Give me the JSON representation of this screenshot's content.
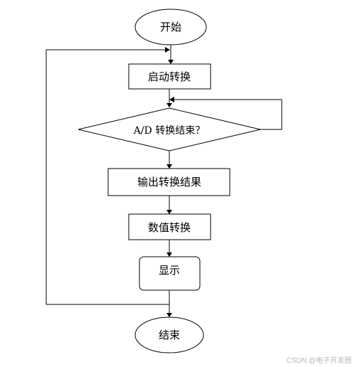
{
  "nodes": {
    "start": "开始",
    "start_conversion": "启动转换",
    "ad_check": "A/D 转换结束？",
    "output_result": "输出转换结果",
    "numeric_conversion": "数值转换",
    "display": "显示",
    "end": "结束"
  },
  "watermark": "CSDN @电子开发圈"
}
